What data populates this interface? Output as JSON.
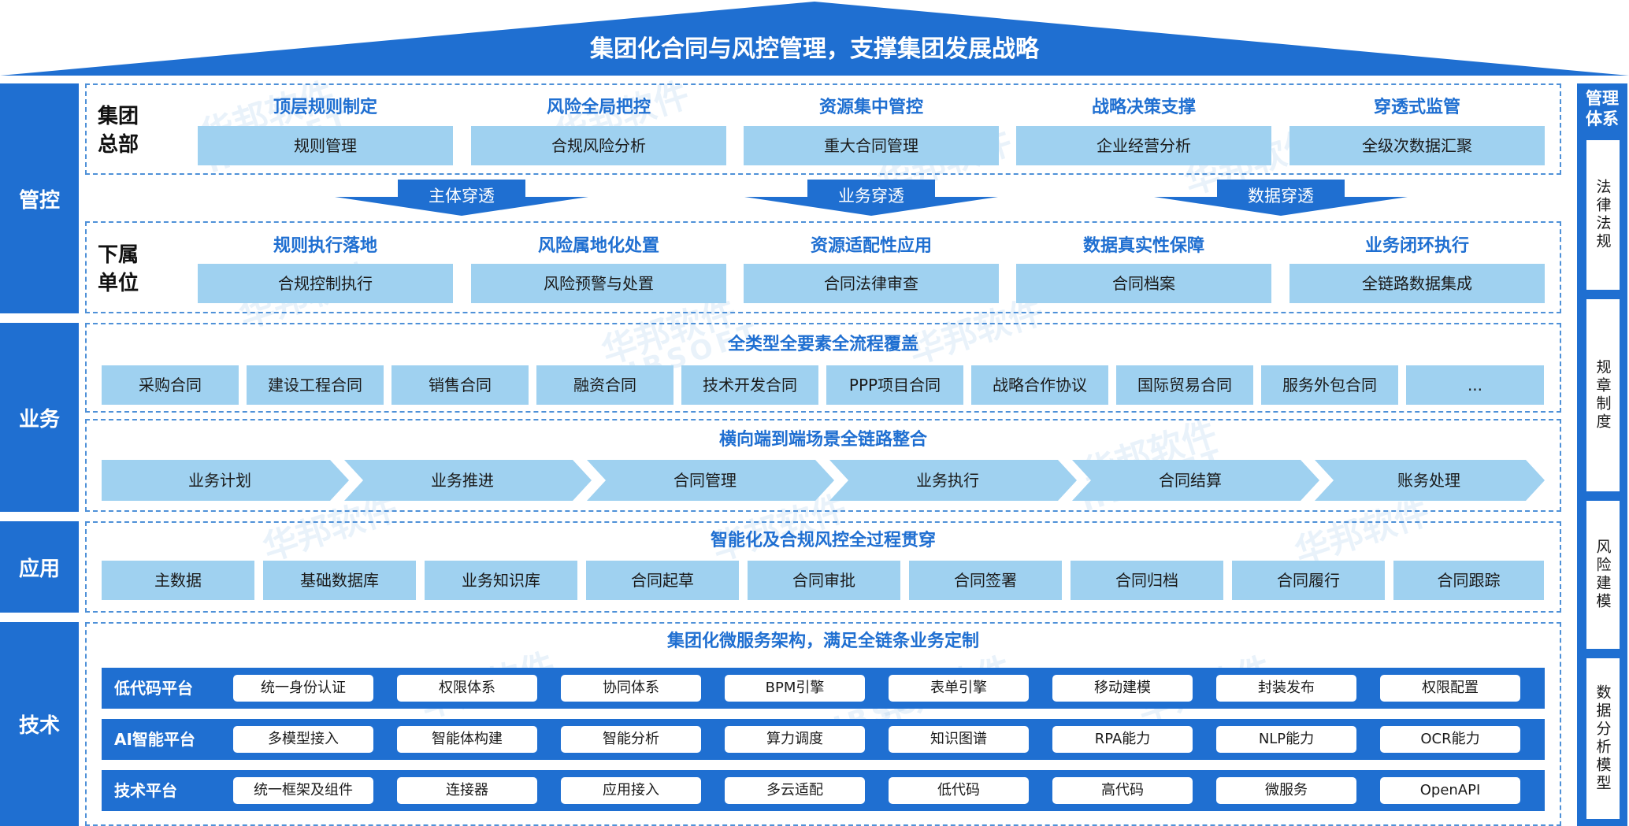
{
  "title": "集团化合同与风控管理，支撑集团发展战略",
  "colors": {
    "primary": "#1f6fd1",
    "light_cell": "#9fd1f0",
    "dashed": "#4f91d8"
  },
  "watermark": {
    "cn": "华邦软件",
    "en": "HBSOFT"
  },
  "left_labels": [
    "管控",
    "业务",
    "应用",
    "技术"
  ],
  "hq": {
    "label_lines": [
      "集团",
      "总部"
    ],
    "headers": [
      "顶层规则制定",
      "风险全局把控",
      "资源集中管控",
      "战略决策支撑",
      "穿透式监管"
    ],
    "cells": [
      "规则管理",
      "合规风险分析",
      "重大合同管理",
      "企业经营分析",
      "全级次数据汇聚"
    ]
  },
  "arrows": [
    "主体穿透",
    "业务穿透",
    "数据穿透"
  ],
  "sub": {
    "label_lines": [
      "下属",
      "单位"
    ],
    "headers": [
      "规则执行落地",
      "风险属地化处置",
      "资源适配性应用",
      "数据真实性保障",
      "业务闭环执行"
    ],
    "cells": [
      "合规控制执行",
      "风险预警与处置",
      "合同法律审查",
      "合同档案",
      "全链路数据集成"
    ]
  },
  "business": {
    "title1": "全类型全要素全流程覆盖",
    "types": [
      "采购合同",
      "建设工程合同",
      "销售合同",
      "融资合同",
      "技术开发合同",
      "PPP项目合同",
      "战略合作协议",
      "国际贸易合同",
      "服务外包合同",
      "..."
    ],
    "title2": "横向端到端场景全链路整合",
    "flow": [
      "业务计划",
      "业务推进",
      "合同管理",
      "业务执行",
      "合同结算",
      "账务处理"
    ]
  },
  "application": {
    "title": "智能化及合规风控全过程贯穿",
    "items": [
      "主数据",
      "基础数据库",
      "业务知识库",
      "合同起草",
      "合同审批",
      "合同签署",
      "合同归档",
      "合同履行",
      "合同跟踪"
    ]
  },
  "tech": {
    "title": "集团化微服务架构，满足全链条业务定制",
    "rows": [
      {
        "name": "低代码平台",
        "items": [
          "统一身份认证",
          "权限体系",
          "协同体系",
          "BPM引擎",
          "表单引擎",
          "移动建模",
          "封装发布",
          "权限配置"
        ]
      },
      {
        "name": "AI智能平台",
        "items": [
          "多模型接入",
          "智能体构建",
          "智能分析",
          "算力调度",
          "知识图谱",
          "RPA能力",
          "NLP能力",
          "OCR能力"
        ]
      },
      {
        "name": "技术平台",
        "items": [
          "统一框架及组件",
          "连接器",
          "应用接入",
          "多云适配",
          "低代码",
          "高代码",
          "微服务",
          "OpenAPI"
        ]
      }
    ]
  },
  "mgmt": {
    "header": "管理体系",
    "items": [
      "法律法规",
      "规章制度",
      "风险建模",
      "数据分析模型"
    ]
  }
}
